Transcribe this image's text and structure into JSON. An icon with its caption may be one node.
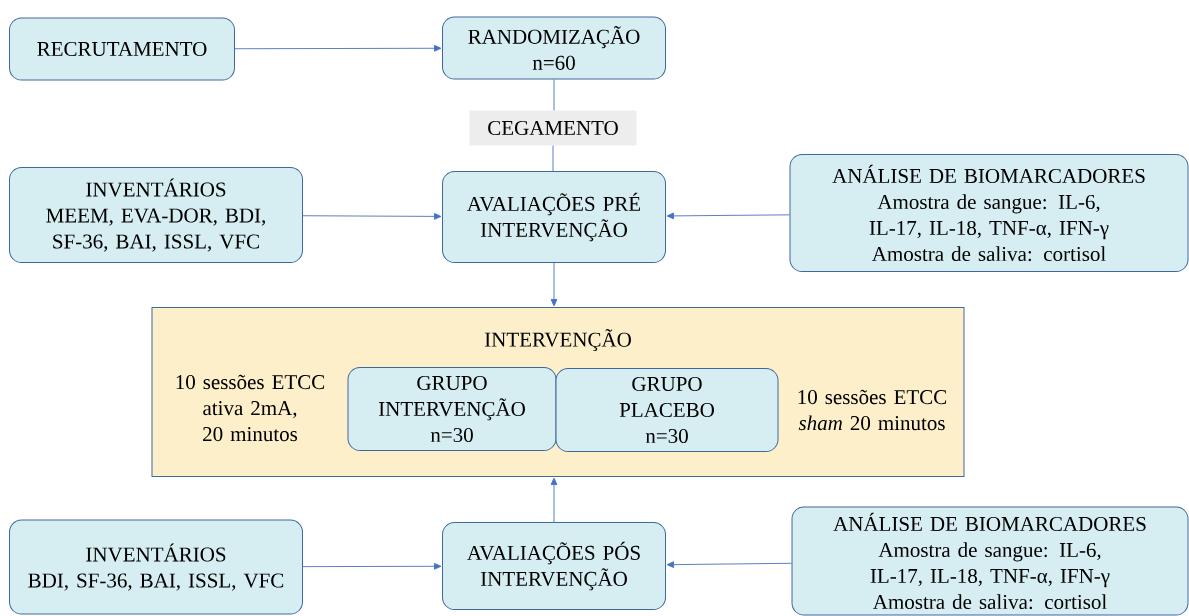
{
  "diagram": {
    "nodes": [
      {
        "text": [
          "RECRUTAMENTO"
        ]
      },
      {
        "text": [
          "RANDOMIZAÇÃO",
          "n=60"
        ]
      },
      {
        "text": [
          "CEGAMENTO"
        ]
      },
      {
        "text": [
          "INVENTÁRIOS",
          "MEEM, EVA-DOR, BDI, SF-36, BAI, ISSL, VFC"
        ]
      },
      {
        "text": [
          "AVALIAÇÕES PRÉ INTERVENÇÃO"
        ]
      },
      {
        "text": [
          "ANÁLISE DE BIOMARCADORES",
          "Amostra de sangue: IL-6, IL-17, IL-18, TNF-α, IFN-γ",
          "Amostra de saliva: cortisol"
        ]
      },
      {
        "text": [
          "INTERVENÇÃO",
          "10 sessões ETCC ativa 2mA, 20 minutos",
          "10 sessões ETCC *sham* 20 minutos"
        ]
      },
      {
        "text": [
          "GRUPO INTERVENÇÃO",
          "n=30"
        ],
        "in": 6
      },
      {
        "text": [
          "GRUPO PLACEBO",
          "n=30"
        ],
        "in": 6
      },
      {
        "text": [
          "INVENTÁRIOS",
          "BDI, SF-36, BAI, ISSL, VFC"
        ]
      },
      {
        "text": [
          "AVALIAÇÕES PÓS INTERVENÇÃO"
        ]
      },
      {
        "text": [
          "ANÁLISE DE BIOMARCADORES",
          "Amostra de sangue: IL-6, IL-17, IL-18, TNF-α, IFN-γ",
          "Amostra de saliva: cortisol"
        ]
      }
    ],
    "edges": [
      {
        "from": 0,
        "to": 1,
        "arrow": "to"
      },
      {
        "from": 1,
        "to": 2,
        "arrow": "none"
      },
      {
        "from": 2,
        "to": 4,
        "arrow": "none"
      },
      {
        "from": 3,
        "to": 4,
        "arrow": "to"
      },
      {
        "from": 5,
        "to": 4,
        "arrow": "to"
      },
      {
        "from": 4,
        "to": 6,
        "arrow": "to"
      },
      {
        "from": 9,
        "to": 10,
        "arrow": "to"
      },
      {
        "from": 11,
        "to": 10,
        "arrow": "to"
      },
      {
        "from": 10,
        "to": 6,
        "arrow": "to"
      }
    ]
  }
}
